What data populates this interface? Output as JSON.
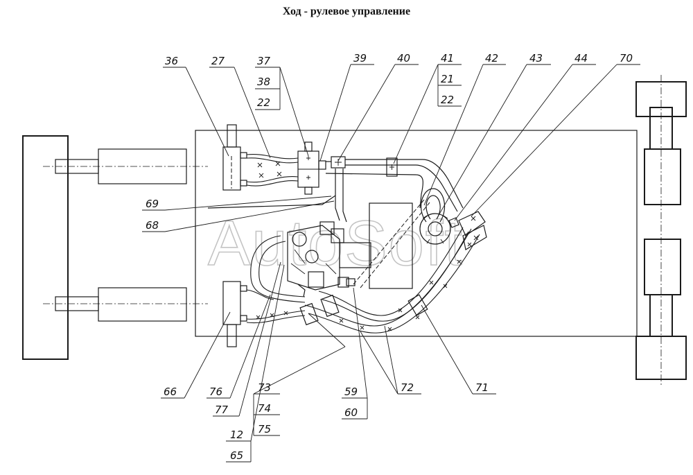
{
  "title": "Ход - рулевое управление",
  "watermark": "AutoSoft",
  "callouts": {
    "c36": "36",
    "c27": "27",
    "c37": "37",
    "c38": "38",
    "c22a": "22",
    "c39": "39",
    "c40": "40",
    "c41": "41",
    "c21": "21",
    "c22b": "22",
    "c42": "42",
    "c43": "43",
    "c44": "44",
    "c70": "70",
    "c69": "69",
    "c68": "68",
    "c66": "66",
    "c76": "76",
    "c77": "77",
    "c73": "73",
    "c74": "74",
    "c75": "75",
    "c12": "12",
    "c65": "65",
    "c59": "59",
    "c60": "60",
    "c72": "72",
    "c71": "71"
  }
}
